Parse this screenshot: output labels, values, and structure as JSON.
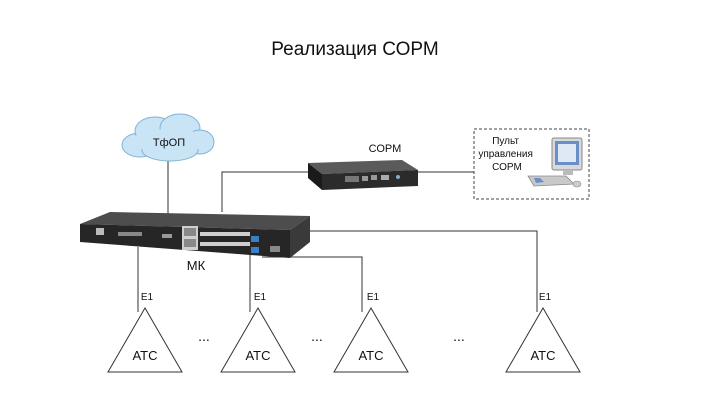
{
  "title": "Реализация СОРМ",
  "nodes": {
    "pstn_cloud": {
      "label": "ТфОП"
    },
    "sorm_device": {
      "label": "СОРМ"
    },
    "console": {
      "label_lines": [
        "Пульт",
        "управления",
        "СОРМ"
      ]
    },
    "main_switch": {
      "label": "МК"
    },
    "exchanges": [
      {
        "label": "АТС",
        "link_label": "Е1"
      },
      {
        "label": "АТС",
        "link_label": "Е1"
      },
      {
        "label": "АТС",
        "link_label": "Е1"
      },
      {
        "label": "АТС",
        "link_label": "Е1"
      }
    ],
    "ellipses": [
      "...",
      "...",
      "..."
    ]
  },
  "colors": {
    "cloud_fill": "#c8e4f5",
    "cloud_stroke": "#7fb3d6",
    "device_body": "#2b2b2b",
    "wire": "#333333"
  }
}
